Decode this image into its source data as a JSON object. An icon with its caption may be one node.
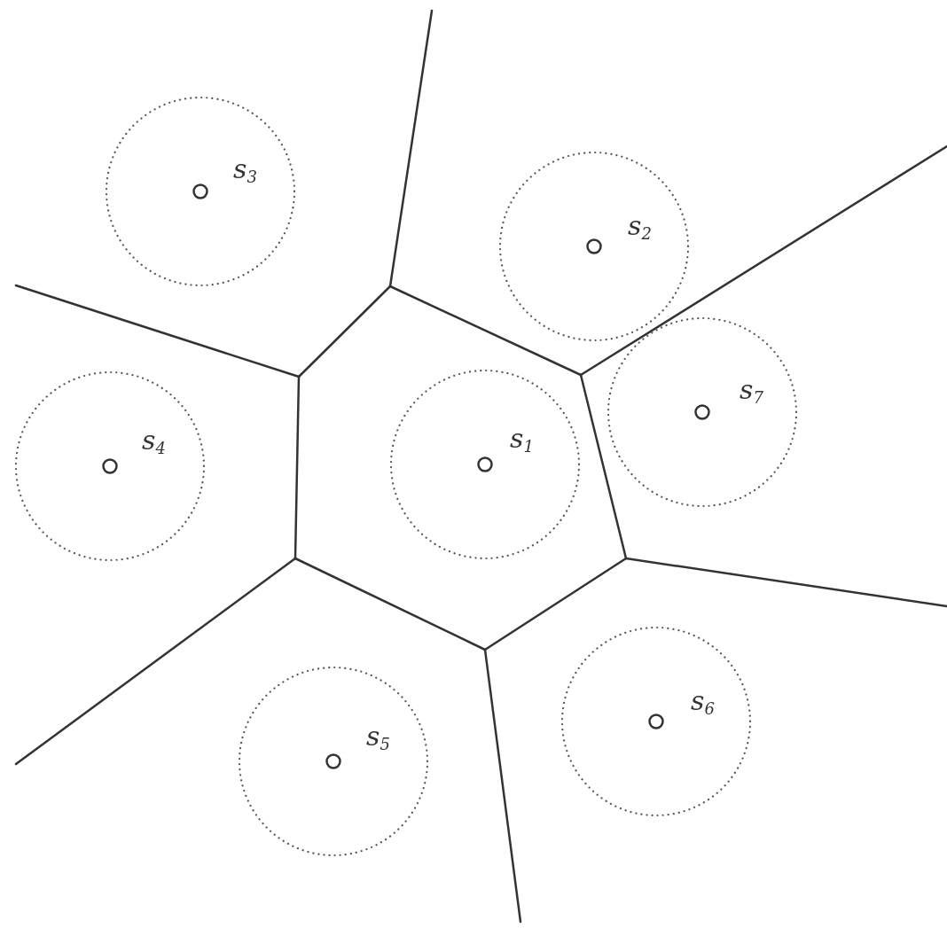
{
  "diagram": {
    "labels": [
      "s$_{3}$",
      "s$_{2}$",
      "s$_{7}$",
      "s$_{1}$",
      "s$_{4}$",
      "s$_{6}$",
      "s$_{5}$"
    ]
  }
}
